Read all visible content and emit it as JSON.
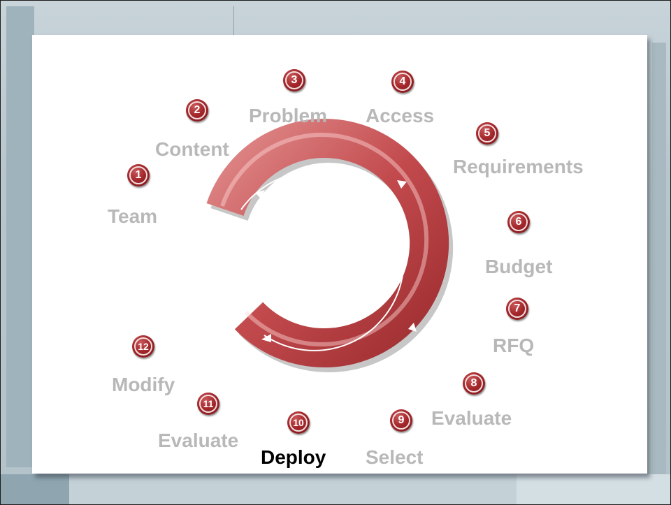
{
  "steps": [
    {
      "num": "1",
      "label": "Team"
    },
    {
      "num": "2",
      "label": "Content"
    },
    {
      "num": "3",
      "label": "Problem"
    },
    {
      "num": "4",
      "label": "Access"
    },
    {
      "num": "5",
      "label": "Requirements"
    },
    {
      "num": "6",
      "label": "Budget"
    },
    {
      "num": "7",
      "label": "RFQ"
    },
    {
      "num": "8",
      "label": "Evaluate"
    },
    {
      "num": "9",
      "label": "Select"
    },
    {
      "num": "10",
      "label": "Deploy"
    },
    {
      "num": "11",
      "label": "Evaluate"
    },
    {
      "num": "12",
      "label": "Modify"
    }
  ],
  "active_step": "10",
  "colors": {
    "badge": "#a3262a",
    "ring": "#c14a4c",
    "label_inactive": "#b8b8b8",
    "label_active": "#000000"
  }
}
